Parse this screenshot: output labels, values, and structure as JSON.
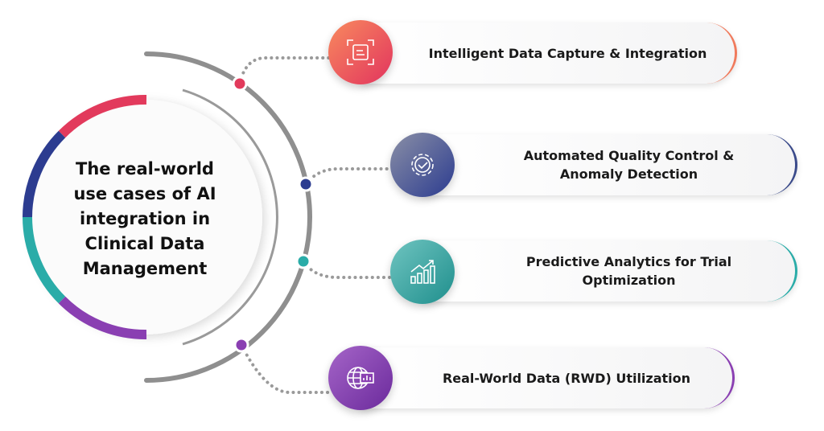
{
  "title": "The real-world use cases of AI integration in Clinical Data Management",
  "items": [
    {
      "label": "Intelligent Data Capture & Integration",
      "icon": "document-scan-icon",
      "color": "#e8415e"
    },
    {
      "label": "Automated Quality Control & Anomaly Detection",
      "icon": "gear-check-icon",
      "color": "#2f3f8f"
    },
    {
      "label": "Predictive Analytics for Trial Optimization",
      "icon": "bar-chart-growth-icon",
      "color": "#2aa8a6"
    },
    {
      "label": "Real-World Data (RWD) Utilization",
      "icon": "globe-chart-icon",
      "color": "#8e3fb0"
    }
  ]
}
